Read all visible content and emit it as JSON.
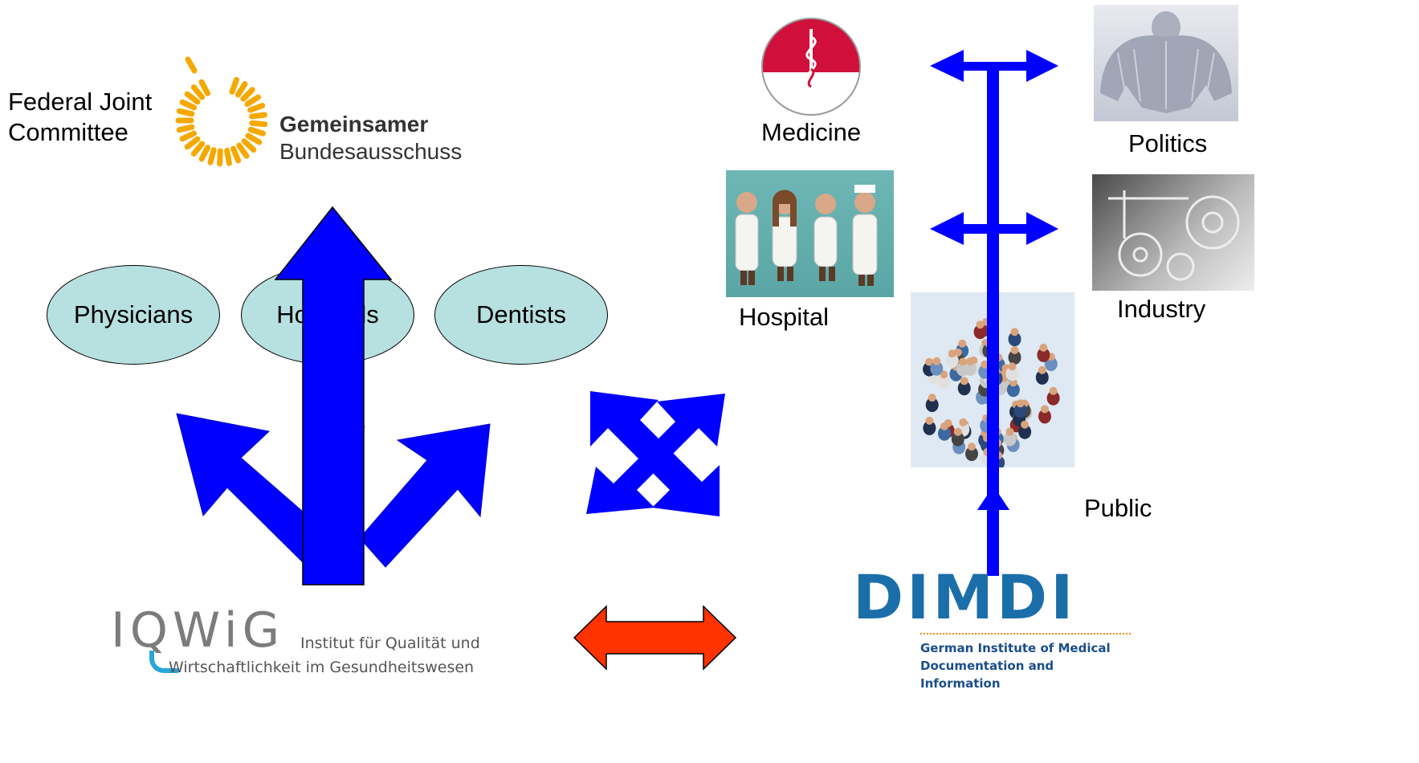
{
  "gba": {
    "caption_line1": "Federal Joint",
    "caption_line2": "Committee",
    "logo_line1": "Gemeinsamer",
    "logo_line2": "Bundesausschuss"
  },
  "providers": [
    {
      "label": "Physicians"
    },
    {
      "label": "Hospitals"
    },
    {
      "label": "Dentists"
    }
  ],
  "iqwig": {
    "logo_text": "IQWiG",
    "subtitle_line1": "Institut für Qualität und",
    "subtitle_line2": "Wirtschaftlichkeit im Gesundheitswesen"
  },
  "dimdi": {
    "logo_text": "DIMDI",
    "subtitle_line1": "German Institute of Medical",
    "subtitle_line2": "Documentation and Information"
  },
  "stakeholders": {
    "medicine": "Medicine",
    "politics": "Politics",
    "hospital": "Hospital",
    "industry": "Industry",
    "public": "Public"
  },
  "colors": {
    "arrow_blue": "#0000ff",
    "arrow_red": "#ff3300",
    "ellipse_fill": "#b7e0e0",
    "gba_sun": "#f5a800",
    "iqwig_blue": "#2aa6d9",
    "dimdi_blue": "#1a6eaa",
    "dimdi_orange": "#f08a1a",
    "medicine_red": "#d0103a"
  },
  "icons": [
    "gba-sun-logo",
    "aesculapian-staff-icon",
    "federal-eagle-icon",
    "hospital-figures-image",
    "industry-machinery-image",
    "crowd-image"
  ]
}
